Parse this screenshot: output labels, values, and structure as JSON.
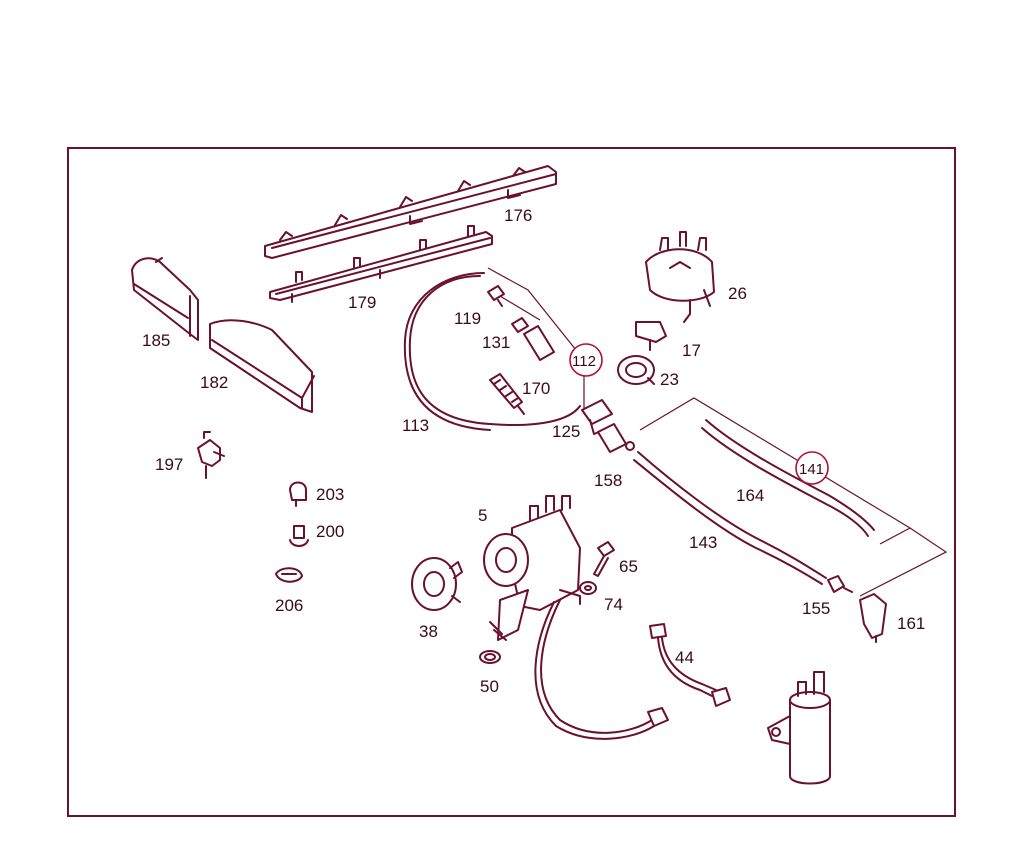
{
  "diagram": {
    "labels": {
      "p176": "176",
      "p179": "179",
      "p185": "185",
      "p182": "182",
      "p119": "119",
      "p131": "131",
      "p112": "112",
      "p170": "170",
      "p113": "113",
      "p125": "125",
      "p26": "26",
      "p17": "17",
      "p23": "23",
      "p158": "158",
      "p141": "141",
      "p164": "164",
      "p143": "143",
      "p155": "155",
      "p161": "161",
      "p197": "197",
      "p203": "203",
      "p200": "200",
      "p206": "206",
      "p5": "5",
      "p65": "65",
      "p74": "74",
      "p38": "38",
      "p50": "50",
      "p44": "44"
    }
  }
}
